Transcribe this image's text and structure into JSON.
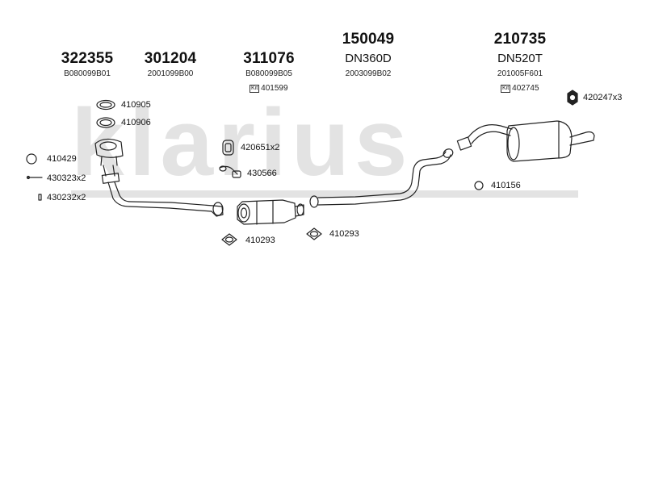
{
  "watermark": {
    "text": "klarius"
  },
  "headers": [
    {
      "number": "322355",
      "subtitle": "",
      "code": "B080099B01",
      "kit": ""
    },
    {
      "number": "301204",
      "subtitle": "",
      "code": "2001099B00",
      "kit": ""
    },
    {
      "number": "311076",
      "subtitle": "",
      "code": "B080099B05",
      "kit": "401599"
    },
    {
      "number": "150049",
      "subtitle": "DN360D",
      "code": "2003099B02",
      "kit": ""
    },
    {
      "number": "210735",
      "subtitle": "DN520T",
      "code": "201005F601",
      "kit": "402745"
    }
  ],
  "kit_prefix": "Kit",
  "parts": {
    "gasket_410905": "410905",
    "gasket_410906": "410906",
    "ring_410429": "410429",
    "bolt_430323": "430323x2",
    "nut_430232": "430232x2",
    "mount_420651": "420651x2",
    "clamp_430566": "430566",
    "gasket_410293_a": "410293",
    "gasket_410293_b": "410293",
    "ring_410156": "410156",
    "mount_420247": "420247x3"
  },
  "colors": {
    "line": "#222222",
    "watermark": "#e3e3e3"
  }
}
